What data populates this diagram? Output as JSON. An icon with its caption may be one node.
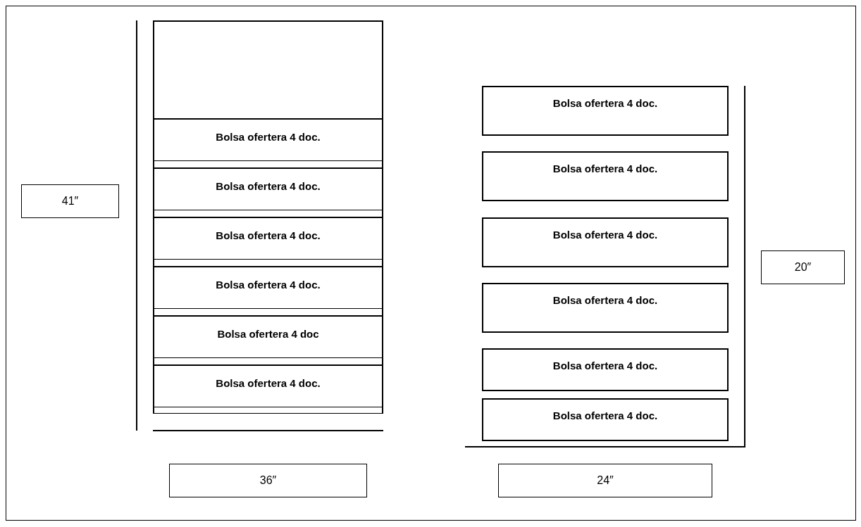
{
  "diagram": {
    "nodes": [
      {
        "text": [],
        "shape": "box"
      },
      {
        "text": [
          "Bolsa ofertera 4 doc."
        ]
      },
      {
        "text": [],
        "shape": "bar"
      },
      {
        "text": [
          "Bolsa ofertera 4 doc."
        ]
      },
      {
        "text": [],
        "shape": "bar"
      },
      {
        "text": [
          "Bolsa ofertera 4 doc."
        ]
      },
      {
        "text": [],
        "shape": "bar"
      },
      {
        "text": [
          "Bolsa ofertera 4 doc."
        ]
      },
      {
        "text": [],
        "shape": "bar"
      },
      {
        "text": [
          "Bolsa ofertera 4 doc"
        ]
      },
      {
        "text": [],
        "shape": "bar"
      },
      {
        "text": [
          "Bolsa ofertera 4 doc."
        ]
      },
      {
        "text": [],
        "shape": "bar"
      },
      {
        "text": [
          "Bolsa ofertera 4 doc."
        ]
      },
      {
        "text": [
          "Bolsa ofertera 4 doc."
        ]
      },
      {
        "text": [
          "Bolsa ofertera 4 doc."
        ]
      },
      {
        "text": [
          "Bolsa ofertera 4 doc."
        ]
      },
      {
        "text": [
          "Bolsa ofertera 4 doc."
        ]
      },
      {
        "text": [
          "Bolsa ofertera 4 doc."
        ]
      },
      {
        "text": [
          "41″"
        ]
      },
      {
        "text": [
          "20″"
        ]
      },
      {
        "text": [
          "36″"
        ]
      },
      {
        "text": [
          "24″"
        ]
      }
    ]
  }
}
